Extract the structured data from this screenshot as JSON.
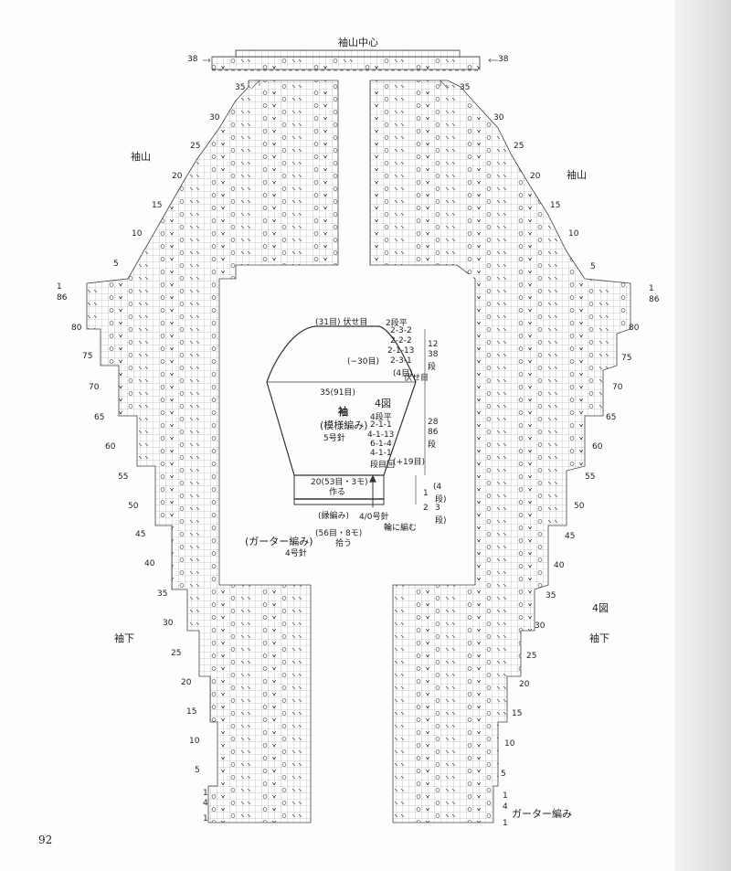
{
  "labels": {
    "sleeve_cap_center": "袖山中心",
    "sleeve_cap_left": "袖山",
    "sleeve_cap_right": "袖山",
    "underarm_left": "袖下",
    "underarm_right": "袖下",
    "figure_no": "4図",
    "garter": "ガーター編み",
    "page_number": "92"
  },
  "schematic": {
    "top_bindoff": "(31目) 伏せ目",
    "cap_dec_1": "(−30目)",
    "cap_width": "35(91目)",
    "part_name": "袖",
    "pattern": "(模様編み)",
    "needle": "5号針",
    "fig": "4図",
    "dec_steps": [
      "2段平",
      "2-3-2",
      "2-2-2",
      "2-1-13",
      "2-3-1",
      "(4目)",
      "伏せ目"
    ],
    "inc_steps": [
      "4段平",
      "2-1-1",
      "4-1-13",
      "6-1-4",
      "4-1-1",
      "段目回"
    ],
    "cap_height": "12",
    "cap_rows": "38",
    "cap_rows_unit": "段",
    "body_height": "28",
    "body_rows": "86",
    "body_rows_unit": "段",
    "inc_total": "(+19目)",
    "cuff_width": "20(53目・3モ)",
    "cast_on": "作る",
    "rib": "(縁編み)",
    "rib_needle": "4/0号針",
    "in_round": "輪に編む",
    "pickup": "(56目・8モ)",
    "pickup_label": "拾う",
    "garter": "(ガーター編み)",
    "garter_needle": "4号針",
    "cuff_rows_a": "1",
    "cuff_rows_b": "2",
    "cuff_rows_c": "(4",
    "cuff_rows_d": "段)",
    "cuff_rows_e": "3",
    "cuff_rows_f": "段)"
  },
  "row_numbers_left": [
    "38",
    "35",
    "30",
    "25",
    "20",
    "15",
    "10",
    "5",
    "1",
    "86",
    "80",
    "75",
    "70",
    "65",
    "60",
    "55",
    "50",
    "45",
    "40",
    "35",
    "30",
    "25",
    "20",
    "15",
    "10",
    "5",
    "1",
    "4",
    "1"
  ],
  "row_numbers_right": [
    "38",
    "35",
    "30",
    "25",
    "20",
    "15",
    "10",
    "5",
    "1",
    "86",
    "80",
    "75",
    "70",
    "65",
    "60",
    "55",
    "50",
    "45",
    "40",
    "35",
    "30",
    "25",
    "20",
    "15",
    "10",
    "5",
    "1",
    "4",
    "1"
  ],
  "symbols": [
    "◯",
    "入",
    "人",
    "〆",
    "ℓ",
    "｜",
    "－"
  ]
}
